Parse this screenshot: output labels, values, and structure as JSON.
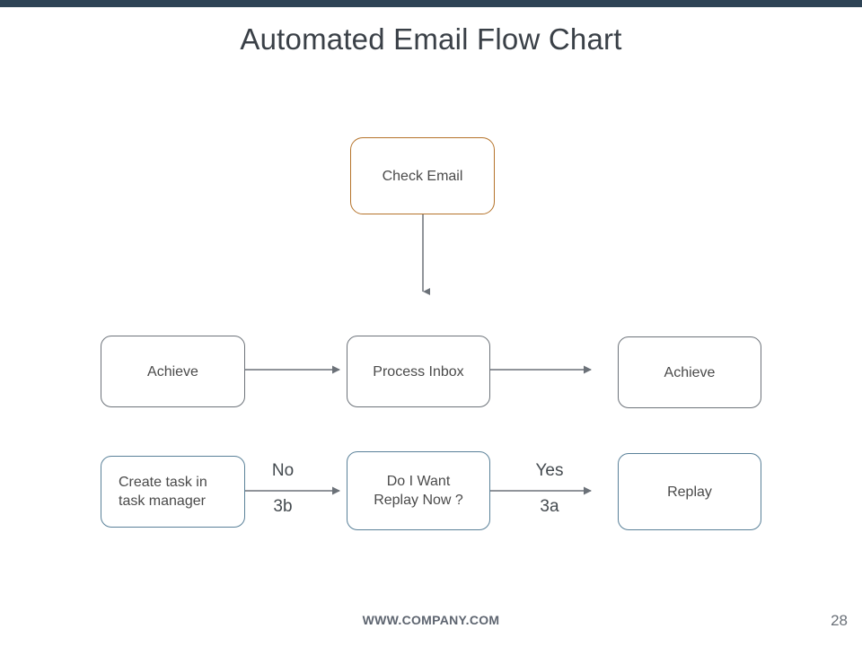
{
  "slide": {
    "title": "Automated Email Flow Chart",
    "page_number": "28",
    "footer_url": "WWW.COMPANY.COM",
    "accent_bar_color": "#2e4355",
    "background_color": "#ffffff"
  },
  "diagram": {
    "nodes": [
      {
        "id": "check-email",
        "label": "Check Email",
        "border_color": "#b5732a",
        "style": "orange"
      },
      {
        "id": "achieve-left",
        "label": "Achieve",
        "border_color": "#6d737a",
        "style": "gray"
      },
      {
        "id": "process-inbox",
        "label": "Process Inbox",
        "border_color": "#6d737a",
        "style": "gray"
      },
      {
        "id": "achieve-right",
        "label": "Achieve",
        "border_color": "#6d737a",
        "style": "gray"
      },
      {
        "id": "create-task",
        "label": "Create task in\ntask manager",
        "border_color": "#5a8199",
        "style": "blue"
      },
      {
        "id": "do-i-want",
        "label": "Do I Want\nReplay Now ?",
        "border_color": "#5a8199",
        "style": "blue"
      },
      {
        "id": "replay",
        "label": "Replay",
        "border_color": "#5a8199",
        "style": "blue"
      }
    ],
    "edge_labels": {
      "no": "No",
      "three_b": "3b",
      "yes": "Yes",
      "three_a": "3a"
    },
    "connector_color": "#6b7178"
  }
}
